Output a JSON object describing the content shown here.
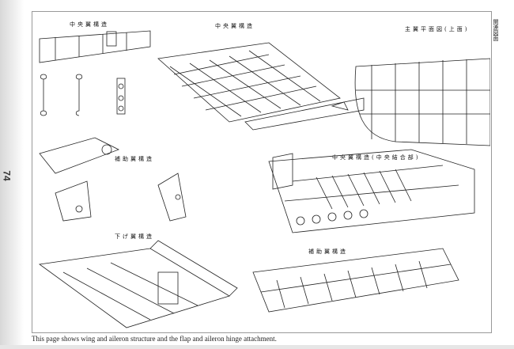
{
  "page_number": "74",
  "side_label": "関連図面",
  "caption": "This page shows wing and aileron structure and the flap and aileron hinge attachment.",
  "titles": {
    "center_wing_detail": "中央翼構造",
    "center_wing_structure": "中央翼構造",
    "wing_plan": "主翼平面図(上面)",
    "aileron_small": "補助翼構造",
    "center_wing_joint": "中央翼構造(中央結合部)",
    "flap": "下げ翼構造",
    "aileron": "補助翼構造"
  }
}
